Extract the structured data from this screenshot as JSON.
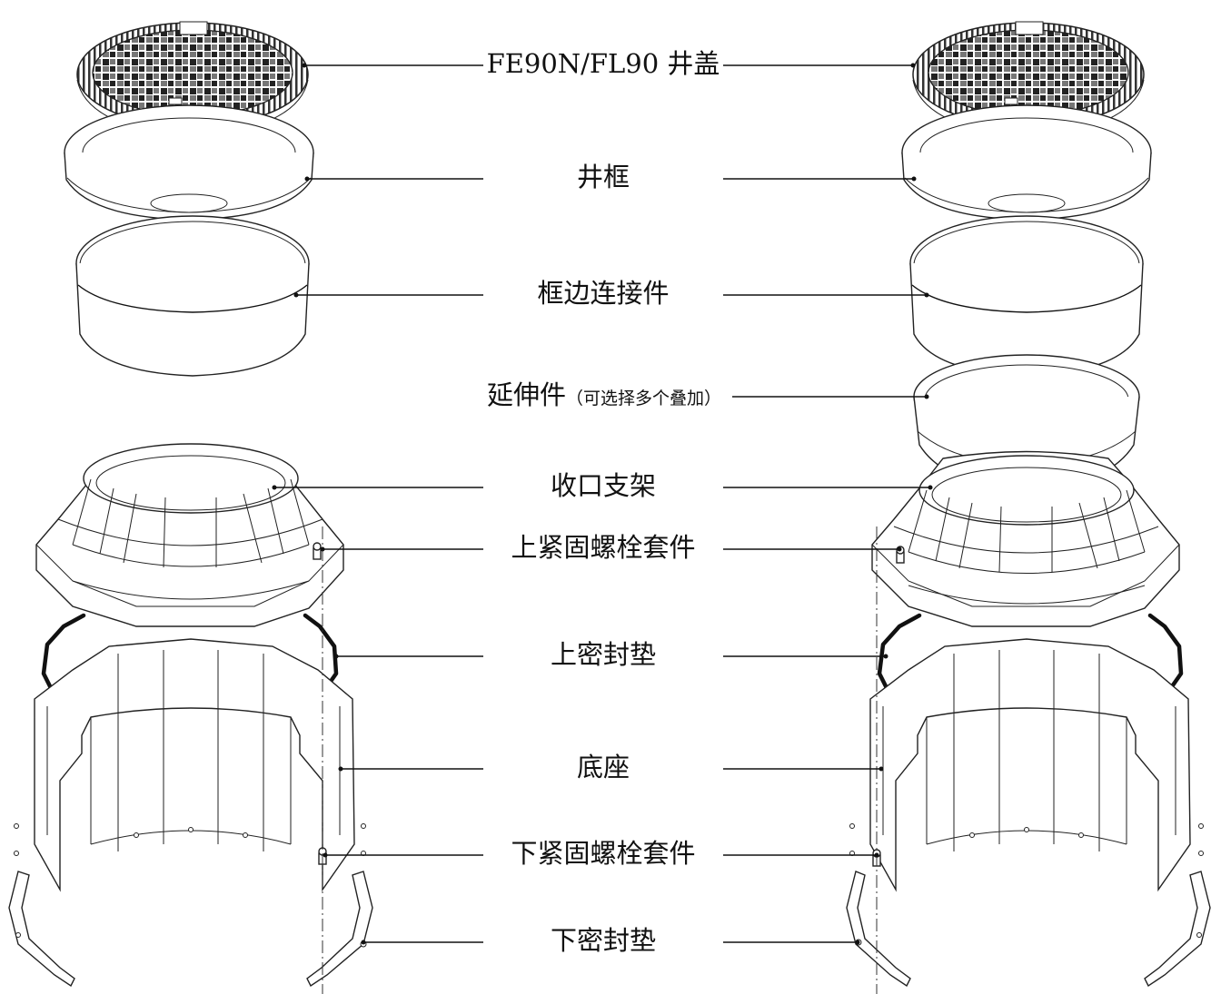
{
  "labels": {
    "cover": "FE90N/FL90 井盖",
    "frame": "井框",
    "frame_connector": "框边连接件",
    "extension_main": "延伸件",
    "extension_note": "（可选择多个叠加）",
    "reducer_bracket": "收口支架",
    "upper_bolt_kit": "上紧固螺栓套件",
    "upper_gasket": "上密封垫",
    "base": "底座",
    "lower_bolt_kit": "下紧固螺栓套件",
    "lower_gasket": "下密封垫"
  },
  "assemblies": [
    "left-assembly-without-extension",
    "right-assembly-with-extension"
  ]
}
